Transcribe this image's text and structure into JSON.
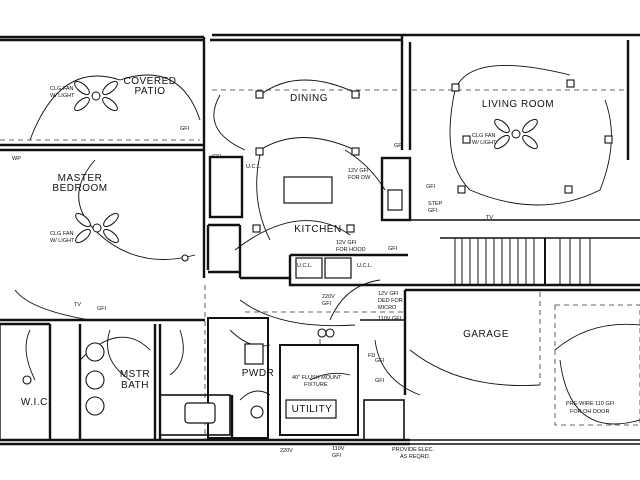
{
  "rooms": {
    "covered_patio": [
      "COVERED",
      "PATIO"
    ],
    "dining": "DINING",
    "living_room": "LIVING ROOM",
    "master_bedroom": [
      "MASTER",
      "BEDROOM"
    ],
    "kitchen": "KITCHEN",
    "garage": "GARAGE",
    "wic": "W.I.C.",
    "mstr_bath": [
      "MSTR",
      "BATH"
    ],
    "pwdr": "PWDR",
    "utility": "UTILITY"
  },
  "notes": {
    "clg_fan_patio": [
      "CLG FAN",
      "W/ LIGHT"
    ],
    "clg_fan_living": [
      "CLG FAN",
      "W/ LIGHT"
    ],
    "clg_fan_bedroom": [
      "CLG FAN",
      "W/ LIGHT"
    ],
    "ucl_upper": "U.C.L.",
    "ucl_lower_left": "U.C.L.",
    "ucl_lower_right": "U.C.L.",
    "gfi_dw": [
      "12V GFI",
      "FOR DW"
    ],
    "gfi_hood": [
      "12V GFI",
      "FOR HOOD"
    ],
    "gfi_micro": [
      "12V GFI",
      "DED FOR",
      "MICRO"
    ],
    "gfi_110": "110V GFI",
    "v220_kitchen": [
      "220V",
      "GFI"
    ],
    "stepup": [
      "STEP",
      "GFI"
    ],
    "gfi_labels": [
      "GFI",
      "GFI",
      "GFI",
      "GFI",
      "GFI",
      "GFI",
      "GFI",
      "GFI"
    ],
    "tv_top": "TV",
    "tv_wic": "TV",
    "fixture": [
      "40\" FLUSH MOUNT",
      "FIXTURE"
    ],
    "prewire": [
      "PRE-WIRE 110 GFI",
      "FOR OH DOOR"
    ],
    "provide_elec": [
      "PROVIDE ELEC.",
      "AS REQRD."
    ],
    "v220_bottom": "220V",
    "v110_bottom": [
      "110V",
      "GFI"
    ],
    "fd": "FD",
    "wp": "WP"
  }
}
